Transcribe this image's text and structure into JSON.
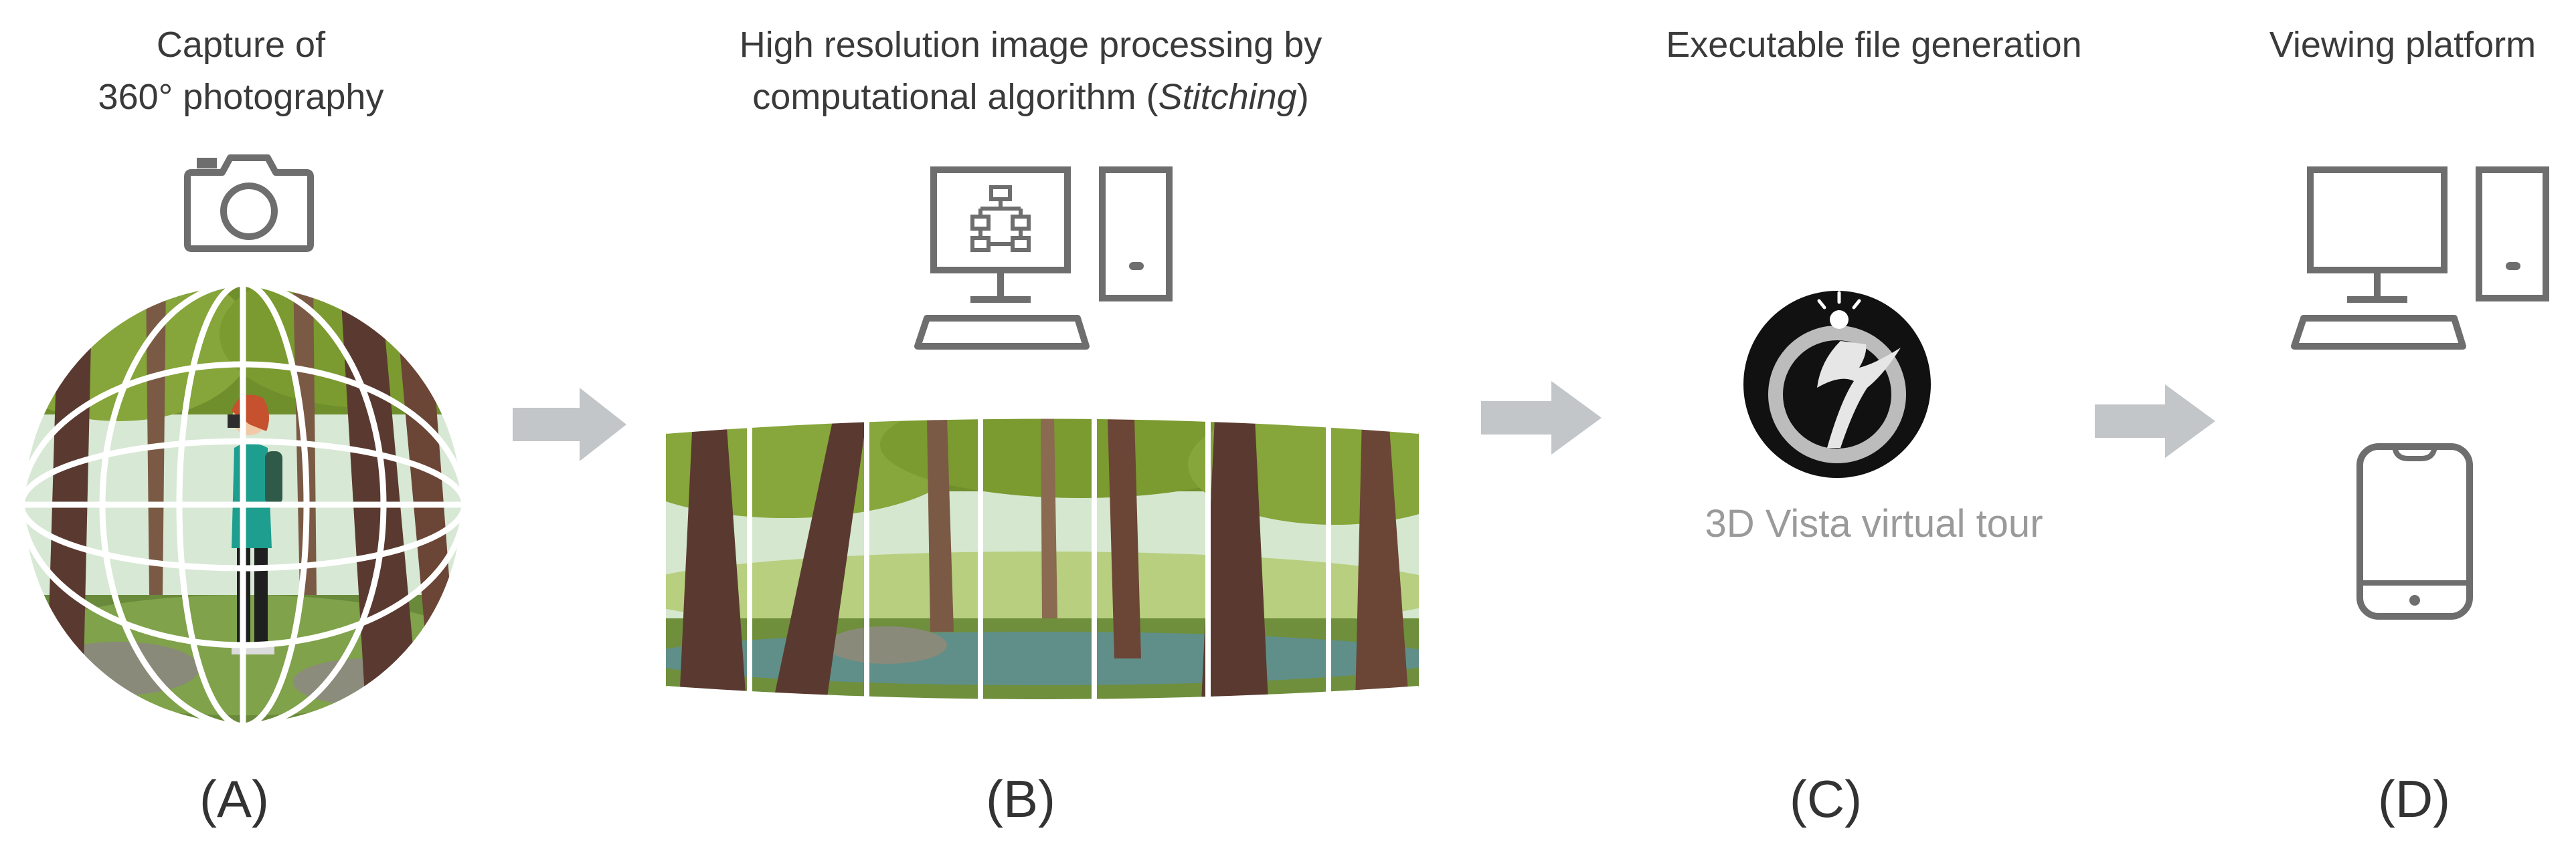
{
  "stages": [
    {
      "caption_line1": "Capture of",
      "caption_line2": "360° photography",
      "letter": "(A)",
      "icon": "camera-icon"
    },
    {
      "caption_line1": "High resolution image processing by",
      "caption_line2_prefix": "computational algorithm (",
      "caption_line2_italic": "Stitching",
      "caption_line2_suffix": ")",
      "letter": "(B)",
      "icon": "desktop-flowchart-icon"
    },
    {
      "caption_line1": "Executable file generation",
      "brand_label": "3D Vista virtual tour",
      "letter": "(C)",
      "icon": "3dvista-logo-icon"
    },
    {
      "caption_line1": "Viewing platform",
      "letter": "(D)",
      "icons": [
        "desktop-computer-icon",
        "smartphone-icon"
      ]
    }
  ],
  "colors": {
    "text": "#3a3a3a",
    "icon_stroke": "#6e6e6e",
    "arrow": "#c3c6c9",
    "brand_label": "#9a9a9a",
    "sky": "#cfe3cf",
    "foliage": "#7d9a2f",
    "trunk": "#5a3a30",
    "ground": "#6f8a3a"
  }
}
